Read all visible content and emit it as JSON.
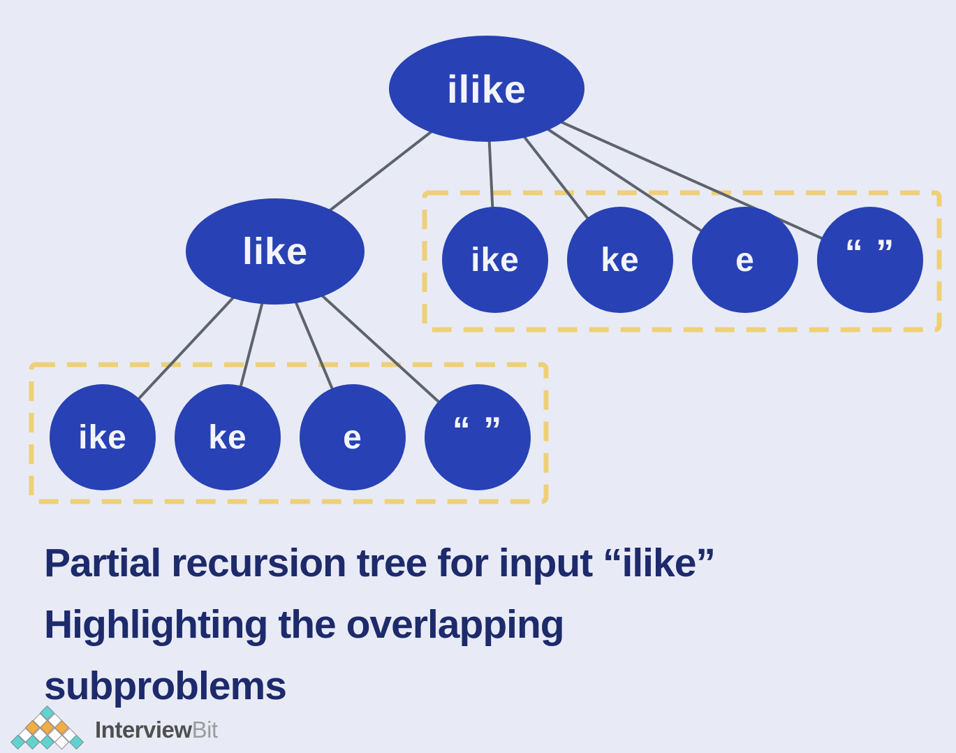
{
  "diagram": {
    "tree": {
      "root": "ilike",
      "child": "like",
      "right_subproblems": [
        "ike",
        "ke",
        "e",
        "“ ”"
      ],
      "left_subproblems": [
        "ike",
        "ke",
        "e",
        "“ ”"
      ]
    },
    "overlap_boxes": 2
  },
  "caption": {
    "line1": "Partial recursion tree for input “ilike”",
    "line2": "Highlighting the overlapping",
    "line3": "subproblems"
  },
  "logo": {
    "name": "InterviewBit",
    "part_bold": "Interview",
    "part_light": "Bit"
  },
  "colors": {
    "background": "#e8ebf6",
    "node_blue": "#2841b4",
    "node_text": "#f2f4fa",
    "edge_gray": "#5d636d",
    "dashed_box_yellow": "#efd077",
    "caption_navy": "#1d2a6b",
    "logo_teal": "#5fd3d1",
    "logo_orange": "#f4ab40",
    "logo_text_dark": "#4f4f4f",
    "logo_text_light": "#9c9c9c"
  }
}
